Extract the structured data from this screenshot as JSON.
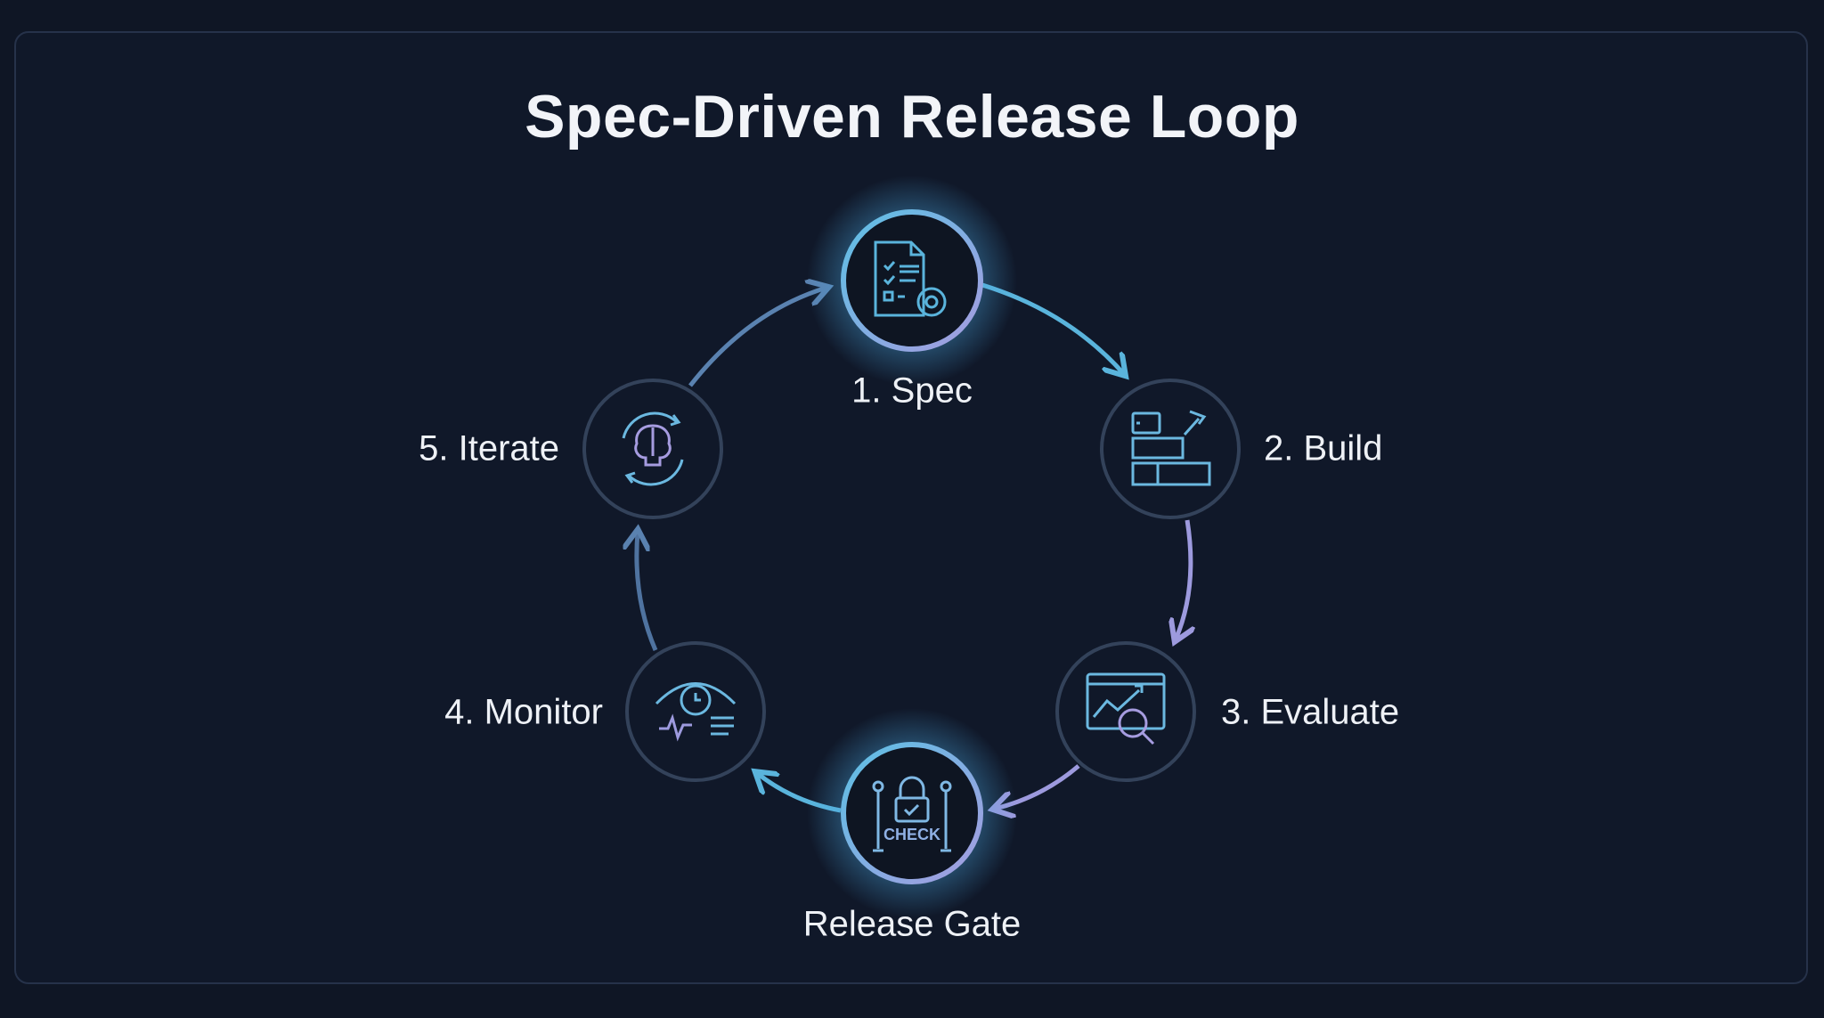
{
  "title": "Spec-Driven Release Loop",
  "steps": [
    {
      "label": "1. Spec",
      "icon": "spec-document-gear-icon"
    },
    {
      "label": "2. Build",
      "icon": "build-blocks-hammer-icon"
    },
    {
      "label": "3. Evaluate",
      "icon": "evaluate-chart-magnifier-icon"
    },
    {
      "label": "Release Gate",
      "icon": "release-gate-lock-icon",
      "icon_text": "CHECK"
    },
    {
      "label": "4. Monitor",
      "icon": "monitor-eye-pulse-icon"
    },
    {
      "label": "5. Iterate",
      "icon": "iterate-brain-cycle-icon"
    }
  ],
  "colors": {
    "background": "#101829",
    "accent_blue": "#5ab4dc",
    "accent_lavender": "#9d9ade",
    "muted_ring": "#33425a"
  }
}
